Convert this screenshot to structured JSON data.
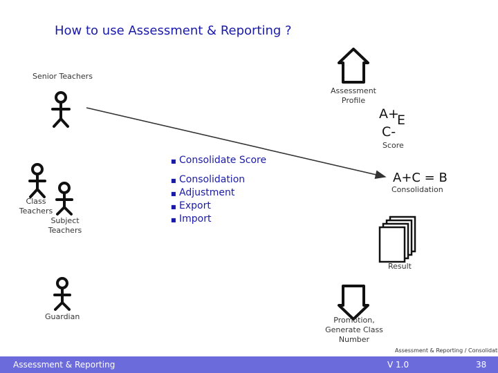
{
  "title": "How to use Assessment & Reporting ?",
  "roles": {
    "senior_teachers": "Senior Teachers",
    "class_teachers": "Class\nTeachers",
    "subject_teachers": "Subject\nTeachers",
    "guardian": "Guardian"
  },
  "assessment_profile_label": "Assessment\nProfile",
  "grades": {
    "a_plus": "A+",
    "e": "E",
    "c_minus": "C-",
    "score_label": "Score"
  },
  "consolidate": {
    "heading": "Consolidate Score",
    "items": [
      "Consolidation",
      "Adjustment",
      "Export",
      "Import"
    ]
  },
  "formula": {
    "text": "A+C = B",
    "label": "Consolidation"
  },
  "result_label": "Result",
  "promotion_label": "Promotion,\nGenerate Class\nNumber",
  "footer": {
    "breadcrumb": "Assessment & Reporting / Consolidation",
    "left": "Assessment & Reporting",
    "version": "V 1.0",
    "page": "38"
  },
  "colors": {
    "title": "#1a1aa8",
    "footer_bar": "#6b6bdc"
  }
}
